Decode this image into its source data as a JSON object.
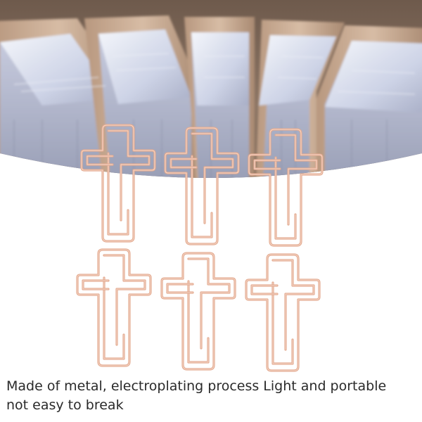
{
  "caption": {
    "line1": "Made of metal, electroplating process Light and portable",
    "line2": "not easy to break"
  },
  "colors": {
    "background": "#ffffff",
    "clip_metal": "#e3aa90",
    "clip_highlight": "#f7dccd",
    "folder": "#c9a88e",
    "paper": "#dfe3f0",
    "text": "#2a2a2a"
  },
  "product": {
    "item": "cross-shaped paper clip",
    "count": 6,
    "arrangement": "2 rows of 3"
  }
}
